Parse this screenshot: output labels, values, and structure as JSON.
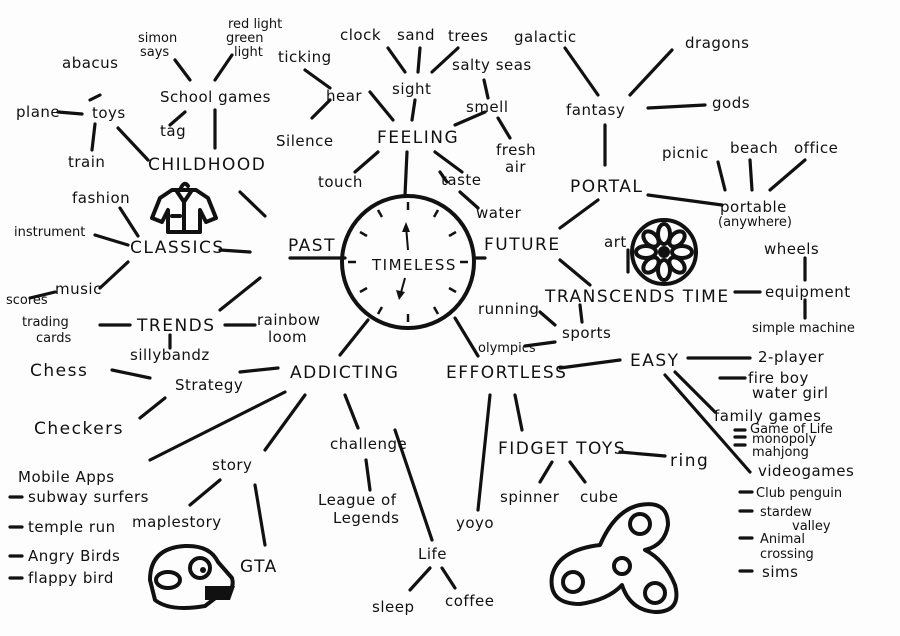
{
  "center": "TIMELESS",
  "branches": {
    "feeling": "FEELING",
    "past": "PAST",
    "future": "FUTURE",
    "addicting": "ADDICTING",
    "effortless": "EFFORTLESS",
    "childhood": "CHILDHOOD",
    "classics": "CLASSICS",
    "trends": "TRENDS",
    "portal": "PORTAL",
    "transcends_time": "TRANSCENDS TIME",
    "easy": "EASY",
    "fidget_toys": "FIDGET TOYS"
  },
  "feeling": {
    "hear": "hear",
    "sight": "sight",
    "smell": "smell",
    "touch": "touch",
    "taste": "taste",
    "ticking": "ticking",
    "silence": "Silence",
    "clock": "clock",
    "sand": "sand",
    "trees": "trees",
    "salty_seas": "salty seas",
    "fresh": "fresh",
    "air": "air",
    "water": "water"
  },
  "childhood": {
    "toys": "toys",
    "abacus": "abacus",
    "plane": "plane",
    "train": "train",
    "school_games": "School games",
    "simon": "simon",
    "says": "says",
    "red_light": "red light",
    "green": "green",
    "light": "light",
    "tag": "tag"
  },
  "classics": {
    "fashion": "fashion",
    "instrument": "instrument",
    "music": "music",
    "scores": "scores",
    "trading": "trading",
    "cards": "cards",
    "rainbow": "rainbow",
    "loom": "loom",
    "sillybandz": "sillybandz",
    "chess": "Chess",
    "strategy": "Strategy",
    "checkers": "Checkers"
  },
  "addicting": {
    "mobile_apps": "Mobile Apps",
    "subway": "subway surfers",
    "temple": "temple run",
    "angry": "Angry Birds",
    "flappy": "flappy bird",
    "story": "story",
    "maplestory": "maplestory",
    "gta": "GTA",
    "challenge": "challenge",
    "league1": "League of",
    "league2": "Legends",
    "life": "Life",
    "sleep": "sleep",
    "coffee": "coffee"
  },
  "future": {
    "galactic": "galactic",
    "dragons": "dragons",
    "fantasy": "fantasy",
    "gods": "gods",
    "picnic": "picnic",
    "beach": "beach",
    "office": "office",
    "portable": "portable",
    "anywhere": "(anywhere)",
    "art": "art",
    "wheels": "wheels",
    "equipment": "equipment",
    "simple_machine": "simple machine",
    "running": "running",
    "sports": "sports",
    "olympics": "olympics"
  },
  "effortless": {
    "yoyo": "yoyo",
    "spinner": "spinner",
    "cube": "cube",
    "ring": "ring",
    "two_player": "2-player",
    "fireboy": "fire boy",
    "watergirl": "water girl",
    "family_games": "family games",
    "game_of_life": "Game of Life",
    "monopoly": "monopoly",
    "mahjong": "mahjong",
    "videogames": "videogames",
    "club_penguin": "Club penguin",
    "stardew": "stardew",
    "valley": "valley",
    "animal": "Animal",
    "crossing": "crossing",
    "sims": "sims"
  }
}
